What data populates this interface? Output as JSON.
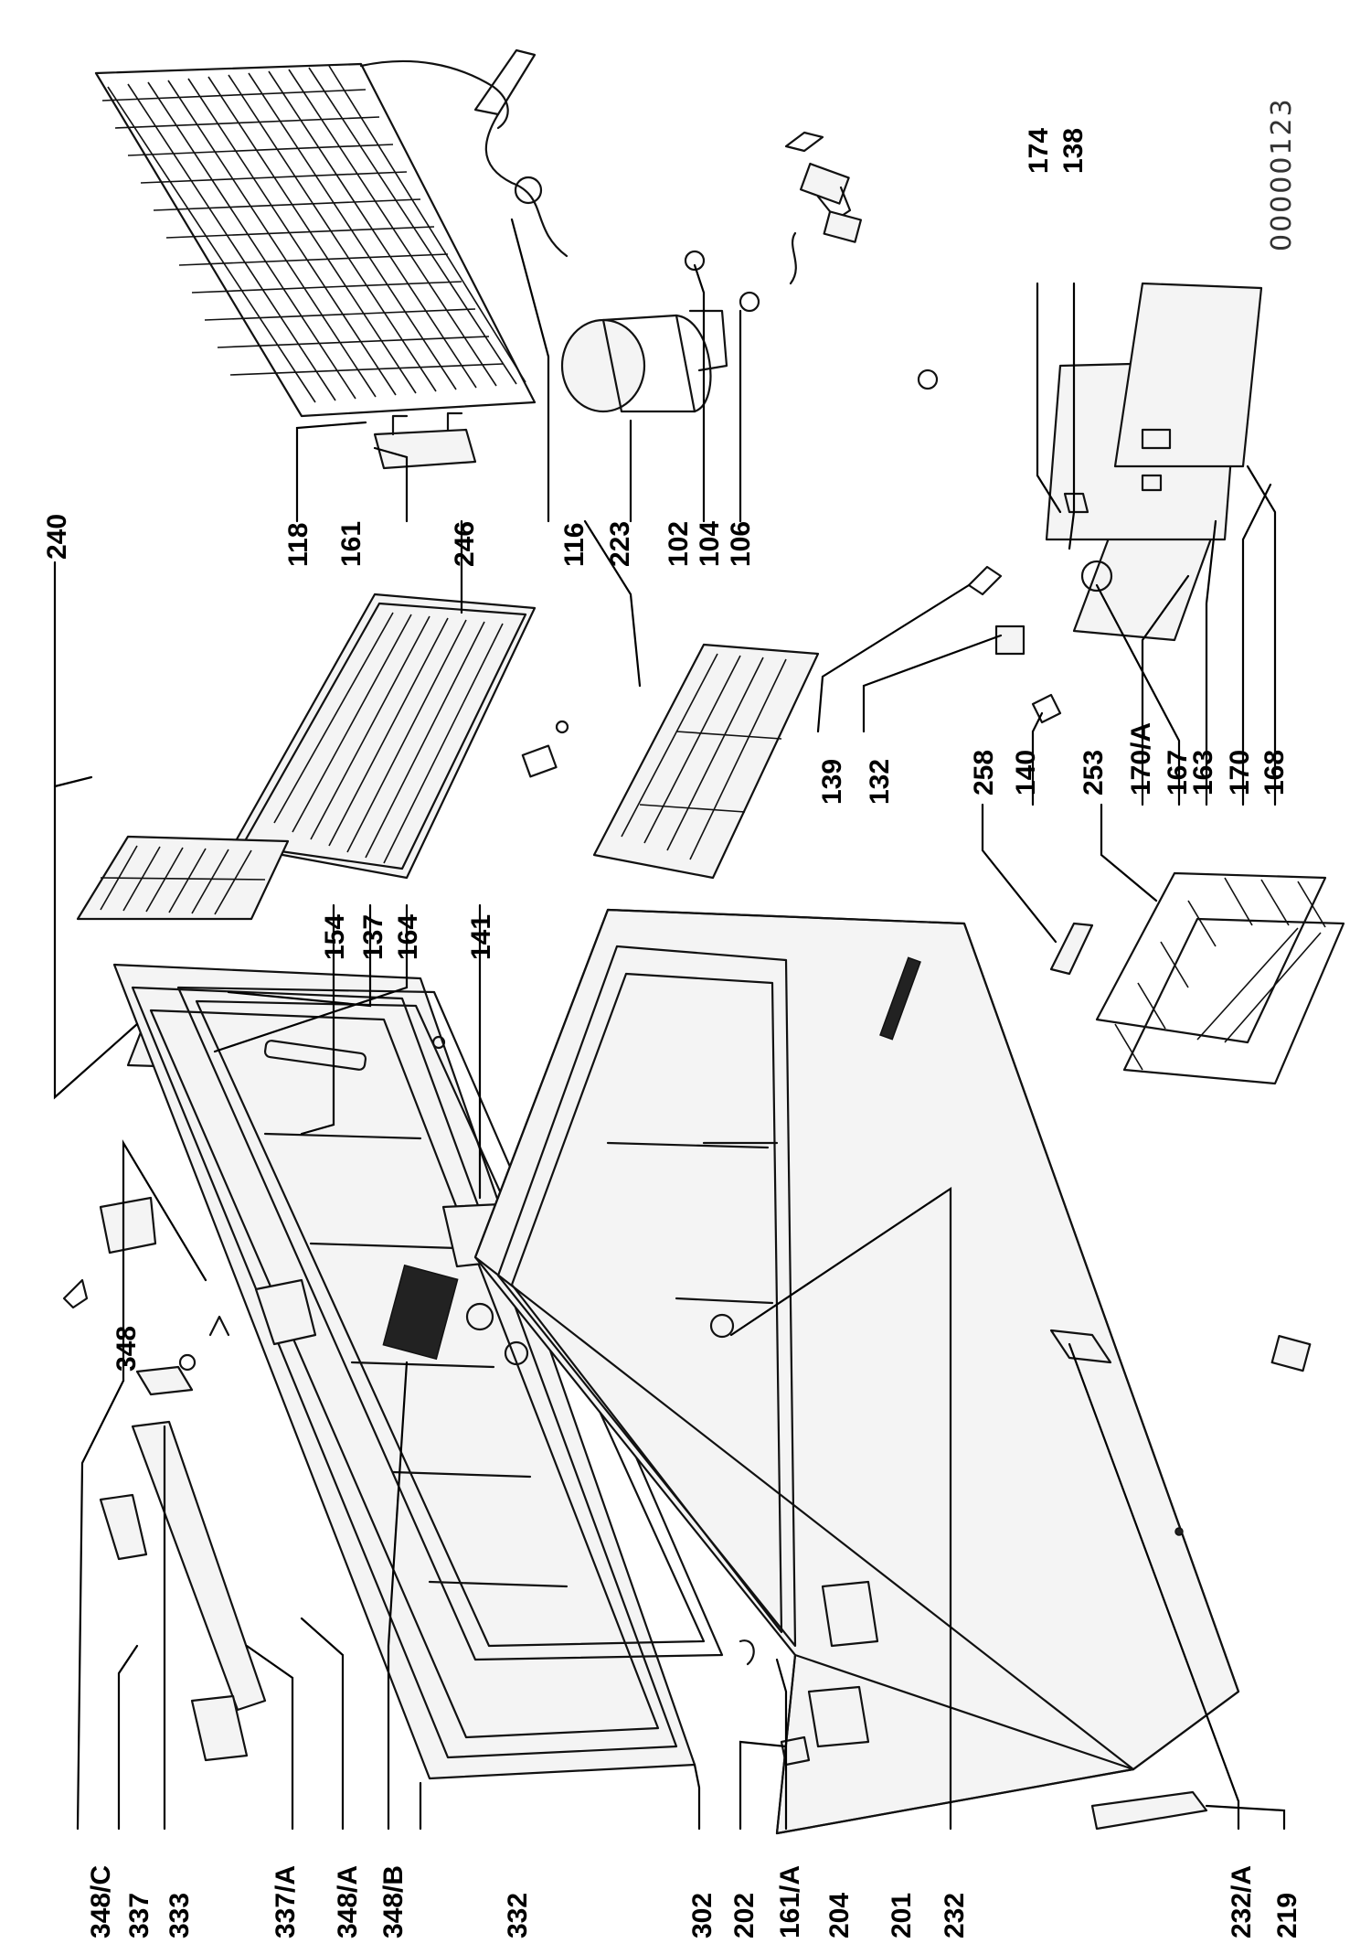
{
  "diagram": {
    "document_id": "00000123",
    "labels": {
      "l240": "240",
      "l118": "118",
      "l161": "161",
      "l246": "246",
      "l116": "116",
      "l223": "223",
      "l102": "102",
      "l104": "104",
      "l106": "106",
      "l174": "174",
      "l138": "138",
      "l154": "154",
      "l137": "137",
      "l164": "164",
      "l141": "141",
      "l139": "139",
      "l132": "132",
      "l258": "258",
      "l140": "140",
      "l253": "253",
      "l170a": "170/A",
      "l167": "167",
      "l163": "163",
      "l170": "170",
      "l168": "168",
      "l348": "348",
      "l348c": "348/C",
      "l337": "337",
      "l333": "333",
      "l337a": "337/A",
      "l348a": "348/A",
      "l348b": "348/B",
      "l332": "332",
      "l302": "302",
      "l202": "202",
      "l161a": "161/A",
      "l204": "204",
      "l201": "201",
      "l232": "232",
      "l232a": "232/A",
      "l219": "219"
    }
  }
}
